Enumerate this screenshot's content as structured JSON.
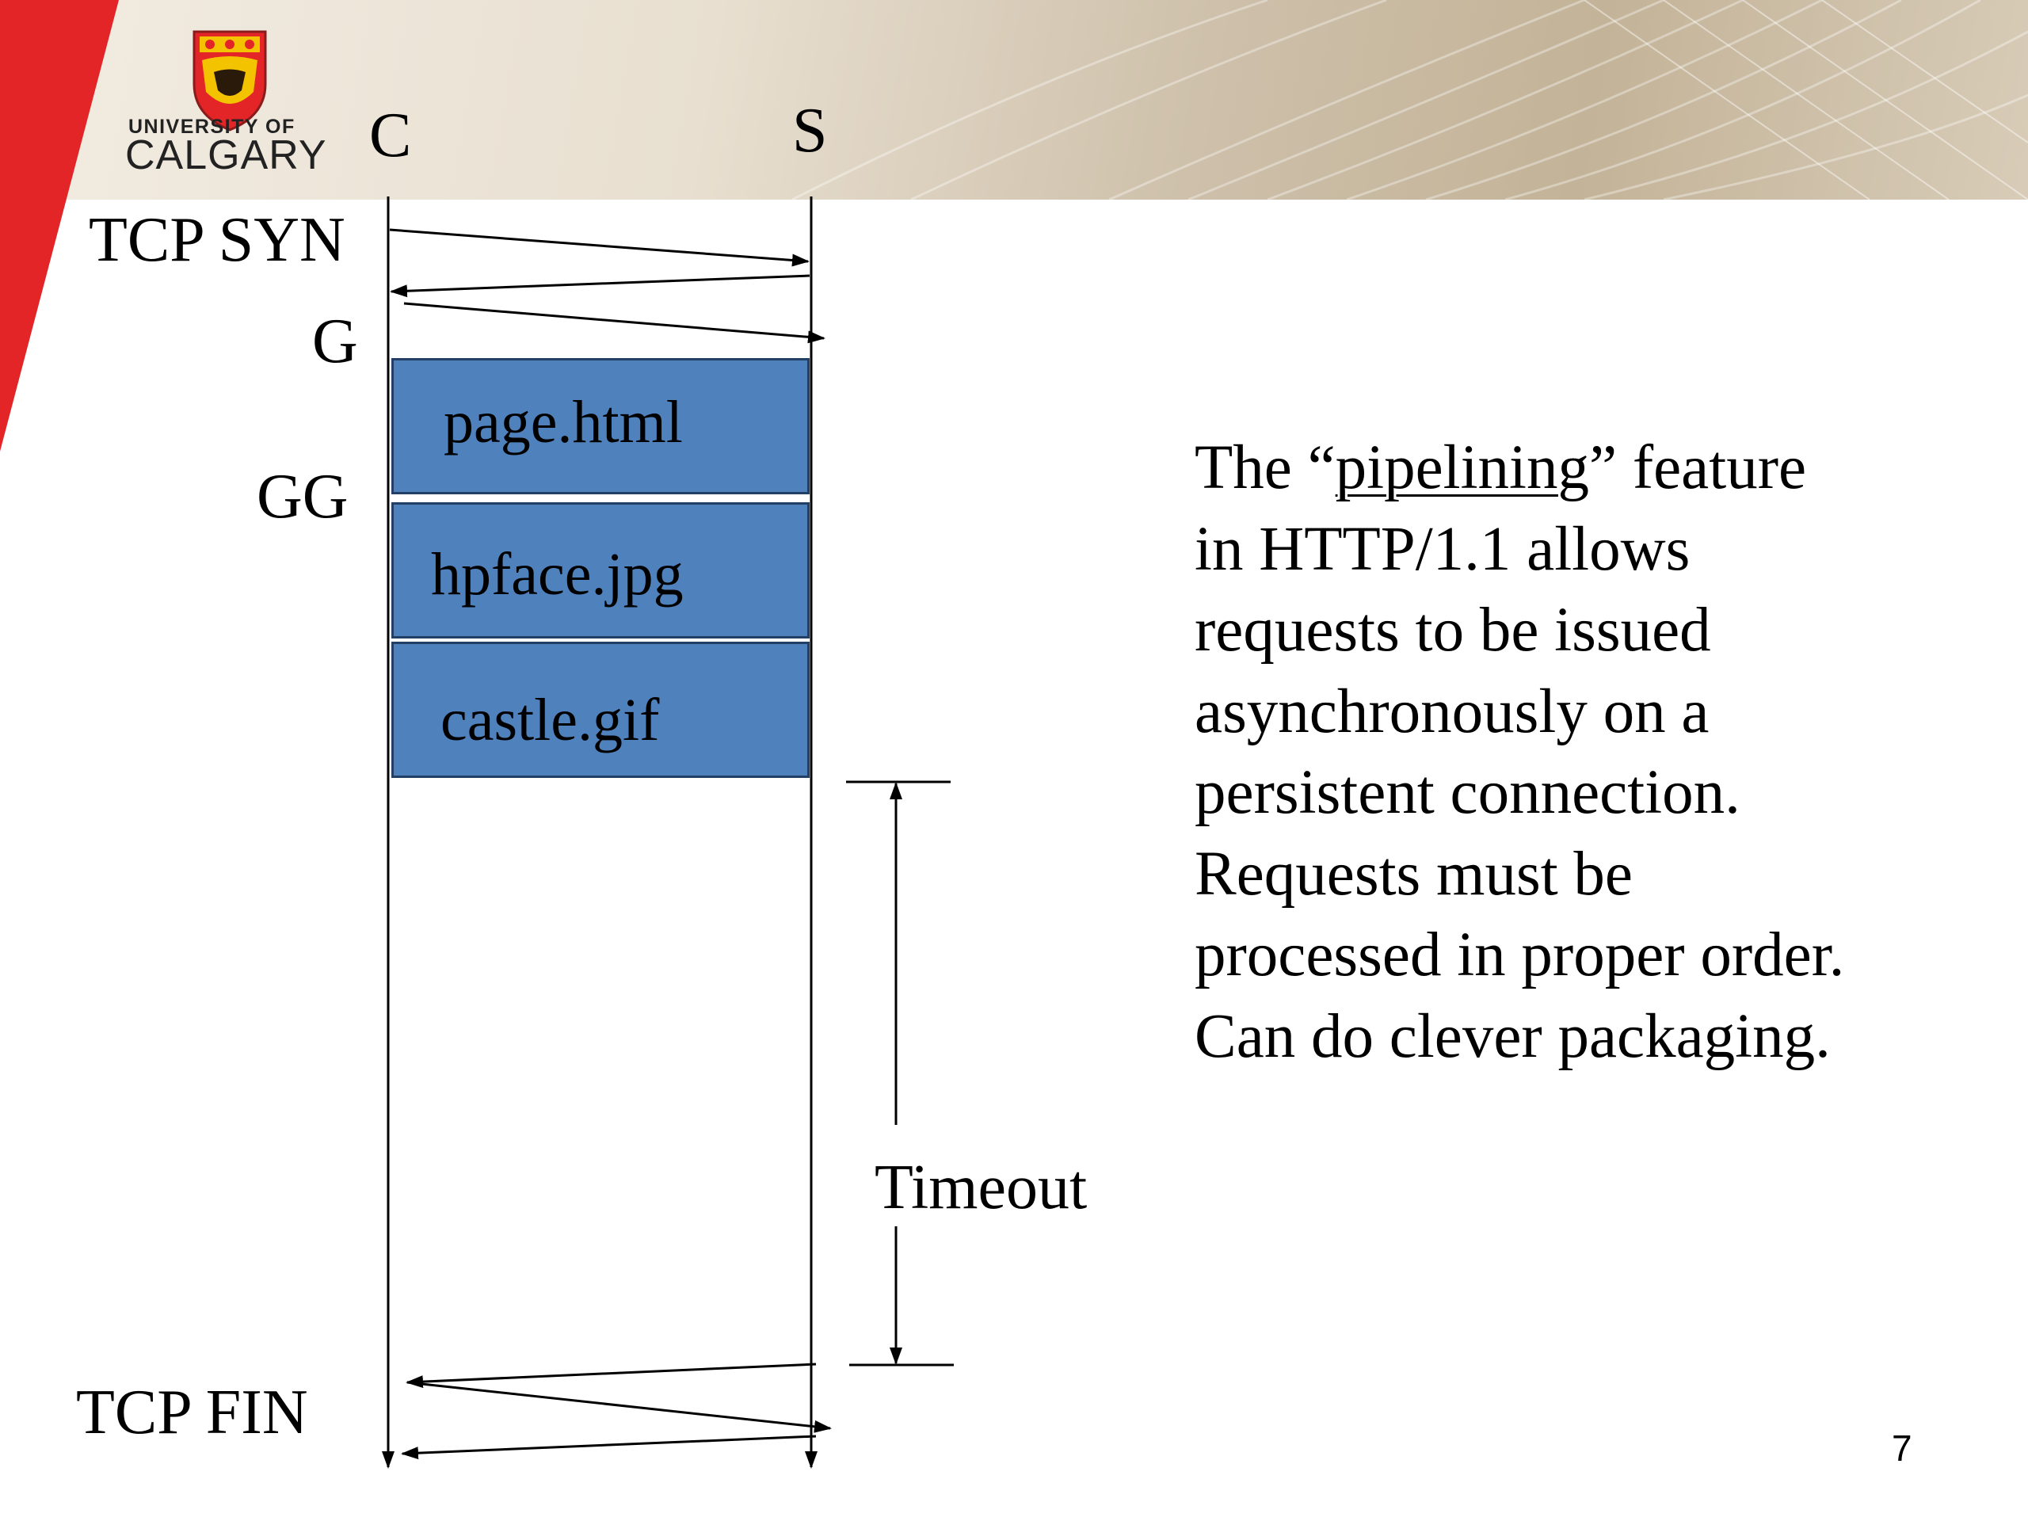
{
  "logo": {
    "line1": "UNIVERSITY OF",
    "line2": "CALGARY"
  },
  "diagram": {
    "client_label": "C",
    "server_label": "S",
    "tcp_syn_label": "TCP SYN",
    "get_label": "G",
    "get_get_label": "GG",
    "responses": [
      "page.html",
      "hpface.jpg",
      "castle.gif"
    ],
    "timeout_label": "Timeout",
    "tcp_fin_label": "TCP FIN"
  },
  "note": {
    "line1_before": "The “",
    "line1_term": "pipelining",
    "line1_after": "” feature",
    "line2": "in HTTP/1.1 allows",
    "line3": "requests to be issued",
    "line4": "asynchronously on a",
    "line5": "persistent connection.",
    "line6": "Requests must be",
    "line7": "processed in proper order.",
    "line8": "Can do clever packaging."
  },
  "page_number": "7",
  "colors": {
    "accent_red": "#e42527",
    "box_fill": "#4f81bd",
    "box_border": "#233f63"
  }
}
